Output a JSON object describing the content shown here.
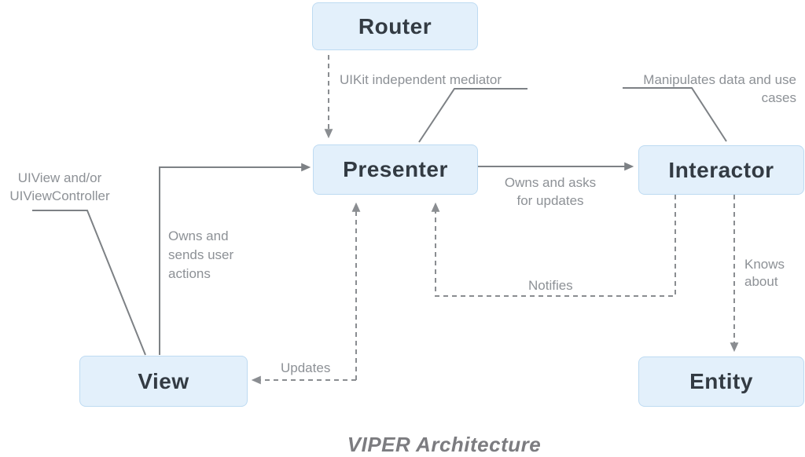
{
  "diagram": {
    "caption": "VIPER Architecture",
    "nodes": {
      "router": {
        "label": "Router"
      },
      "presenter": {
        "label": "Presenter"
      },
      "interactor": {
        "label": "Interactor"
      },
      "view": {
        "label": "View"
      },
      "entity": {
        "label": "Entity"
      }
    },
    "annotations": {
      "uikit_mediator": {
        "text": "UIKit independent mediator"
      },
      "manipulates": {
        "line1": "Manipulates data and use",
        "line2": "cases"
      },
      "uiview": {
        "line1": "UIView and/or",
        "line2": "UIViewController"
      },
      "owns_sends": {
        "line1": "Owns and",
        "line2": "sends user",
        "line3": "actions"
      },
      "owns_asks": {
        "line1": "Owns and asks",
        "line2": "for updates"
      },
      "notifies": {
        "text": "Notifies"
      },
      "updates": {
        "text": "Updates"
      },
      "knows_about": {
        "line1": "Knows",
        "line2": "about"
      }
    },
    "edges": [
      {
        "from": "Router",
        "to": "Presenter",
        "style": "dashed",
        "label": "UIKit independent mediator"
      },
      {
        "from": "View",
        "to": "Presenter",
        "style": "solid",
        "label": "Owns and sends user actions"
      },
      {
        "from": "Presenter",
        "to": "Interactor",
        "style": "solid",
        "label": "Owns and asks for updates"
      },
      {
        "from": "Interactor",
        "to": "Presenter",
        "style": "dashed",
        "label": "Notifies"
      },
      {
        "from": "Presenter",
        "to": "View",
        "style": "dashed",
        "label": "Updates",
        "arrows": "both"
      },
      {
        "from": "Interactor",
        "to": "Entity",
        "style": "dashed",
        "label": "Knows about"
      }
    ]
  },
  "colors": {
    "background": "#FFFFFF",
    "node_fill": "#E3F0FB",
    "node_border": "#BEDBF2",
    "node_text": "#333B43",
    "solid_line": "#7D8185",
    "dashed_line": "#8A8D91",
    "label_text": "#8D9196",
    "caption_text": "#7C7C80"
  }
}
